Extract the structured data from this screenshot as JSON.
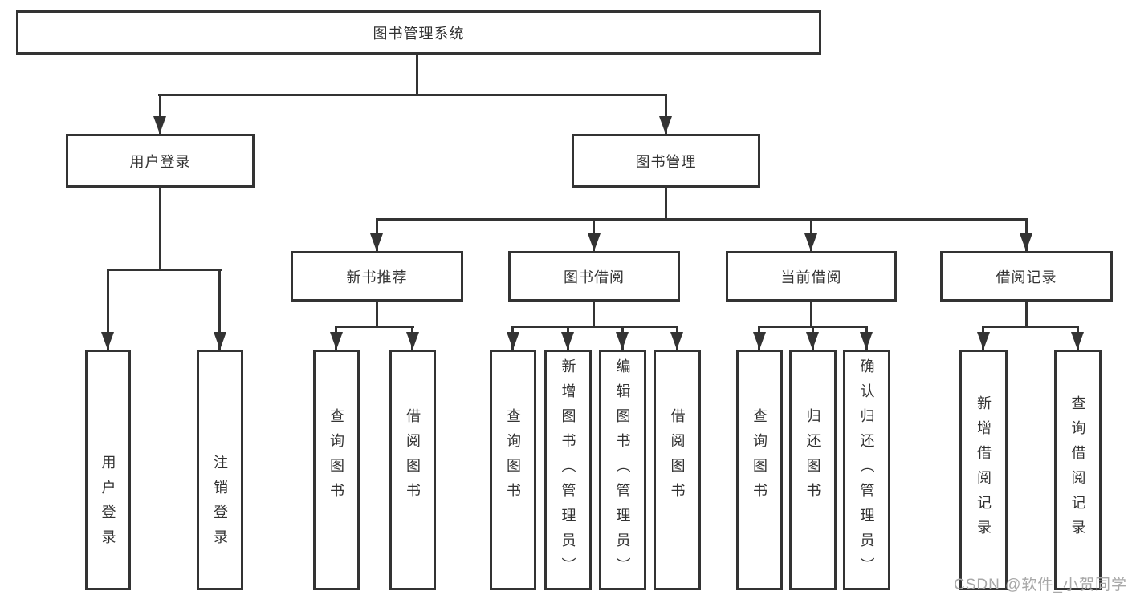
{
  "diagram": {
    "root": "图书管理系统",
    "level2": [
      "用户登录",
      "图书管理"
    ],
    "level3": [
      "新书推荐",
      "图书借阅",
      "当前借阅",
      "借阅记录"
    ],
    "leaves_user_login": [
      "用户登录",
      "注销登录"
    ],
    "leaves_new_books": [
      "查询图书",
      "借阅图书"
    ],
    "leaves_book_borrow": [
      "查询图书",
      "新增图书（管理员）",
      "编辑图书（管理员）",
      "借阅图书"
    ],
    "leaves_current_borrow": [
      "查询图书",
      "归还图书",
      "确认归还（管理员）"
    ],
    "leaves_borrow_records": [
      "新增借阅记录",
      "查询借阅记录"
    ]
  },
  "watermark": "CSDN @软件_小贺同学",
  "colors": {
    "line": "#333333",
    "text": "#333333",
    "watermark": "#a8a8a8",
    "background": "#ffffff"
  }
}
